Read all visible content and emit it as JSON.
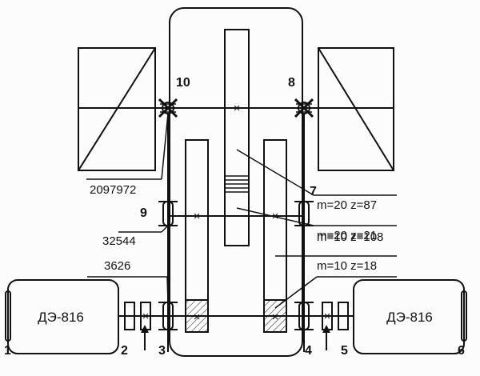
{
  "diagram": {
    "motor_left_label": "ДЭ-816",
    "motor_right_label": "ДЭ-816",
    "part_label_1": "1",
    "part_label_2": "2",
    "part_label_3": "3",
    "part_label_4": "4",
    "part_label_5": "5",
    "part_label_6": "6",
    "part_label_7": "7",
    "part_label_8": "8",
    "part_label_9": "9",
    "part_label_10": "10",
    "bearing_label_2097972": "2097972",
    "bearing_label_32544": "32544",
    "bearing_label_3626": "3626",
    "gear_label_1": "m=20 z=87",
    "gear_label_2": "m=20 z=21",
    "gear_label_3": "m=10 z=108",
    "gear_label_4": "m=10 z=18"
  },
  "colors": {
    "ink": "#111111",
    "paper": "#fcfcfc"
  }
}
